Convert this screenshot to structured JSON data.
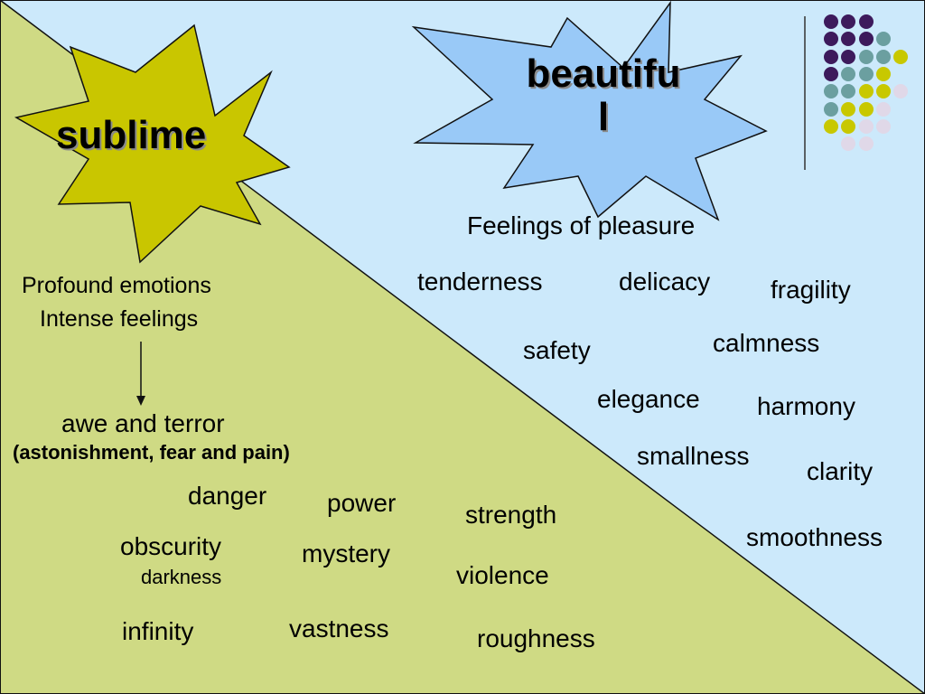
{
  "colors": {
    "beautiful_bg": "#cce9fb",
    "sublime_bg": "#cfda84",
    "sublime_star": "#c9c600",
    "beautiful_star": "#99c9f7",
    "outline": "#111111",
    "dot_purple": "#3d1a5c",
    "dot_teal": "#6b9fa0",
    "dot_yellow": "#c8c800",
    "dot_lavender": "#e0d8e8"
  },
  "sublime": {
    "title": "sublime",
    "line1": "Profound emotions",
    "line2": "Intense feelings",
    "awe": "awe and terror",
    "awe_detail": "(astonishment, fear and pain)",
    "words": {
      "danger": "danger",
      "power": "power",
      "strength": "strength",
      "obscurity": "obscurity",
      "darkness": "darkness",
      "mystery": "mystery",
      "violence": "violence",
      "infinity": "infinity",
      "vastness": "vastness",
      "roughness": "roughness"
    }
  },
  "beautiful": {
    "title_line1": "beautifu",
    "title_line2": "l",
    "heading": "Feelings of pleasure",
    "words": {
      "tenderness": "tenderness",
      "delicacy": "delicacy",
      "fragility": "fragility",
      "safety": "safety",
      "calmness": "calmness",
      "elegance": "elegance",
      "harmony": "harmony",
      "smallness": "smallness",
      "clarity": "clarity",
      "smoothness": "smoothness"
    }
  },
  "decoration": {
    "dot_rows": [
      [
        "purple",
        "purple",
        "purple"
      ],
      [
        "purple",
        "purple",
        "purple",
        "teal"
      ],
      [
        "purple",
        "purple",
        "teal",
        "teal",
        "yellow"
      ],
      [
        "purple",
        "teal",
        "teal",
        "yellow"
      ],
      [
        "teal",
        "teal",
        "yellow",
        "yellow",
        "lavender"
      ],
      [
        "teal",
        "yellow",
        "yellow",
        "lavender"
      ],
      [
        "yellow",
        "yellow",
        "lavender",
        "lavender"
      ],
      [
        "lavender",
        "lavender"
      ]
    ]
  }
}
